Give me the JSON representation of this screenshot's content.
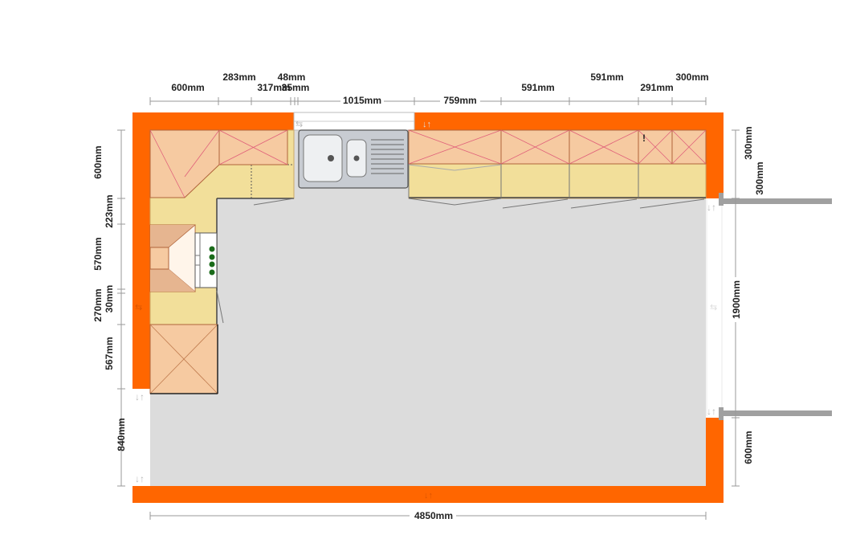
{
  "colors": {
    "wall": "#ff6600",
    "floor": "#dcdcdc",
    "worktop": "#f2df9a",
    "cabinet": "#f6caa1",
    "cabinet_outline": "#b0643a",
    "cross": "#e0607a",
    "sink_steel": "#c8ccd2",
    "hob_burner": "#1a6b1a",
    "door_rod": "#a0a0a0"
  },
  "dimensions": {
    "top_row1": [
      "283mm",
      "48mm",
      "591mm",
      "300mm"
    ],
    "top_row2": [
      "600mm",
      "317mm",
      "35mm",
      "1015mm",
      "759mm",
      "591mm",
      "291mm"
    ],
    "left": [
      "600mm",
      "223mm",
      "570mm",
      "30mm",
      "270mm",
      "567mm",
      "840mm"
    ],
    "right": [
      "300mm",
      "300mm",
      "1900mm",
      "600mm"
    ],
    "bottom": "4850mm"
  }
}
